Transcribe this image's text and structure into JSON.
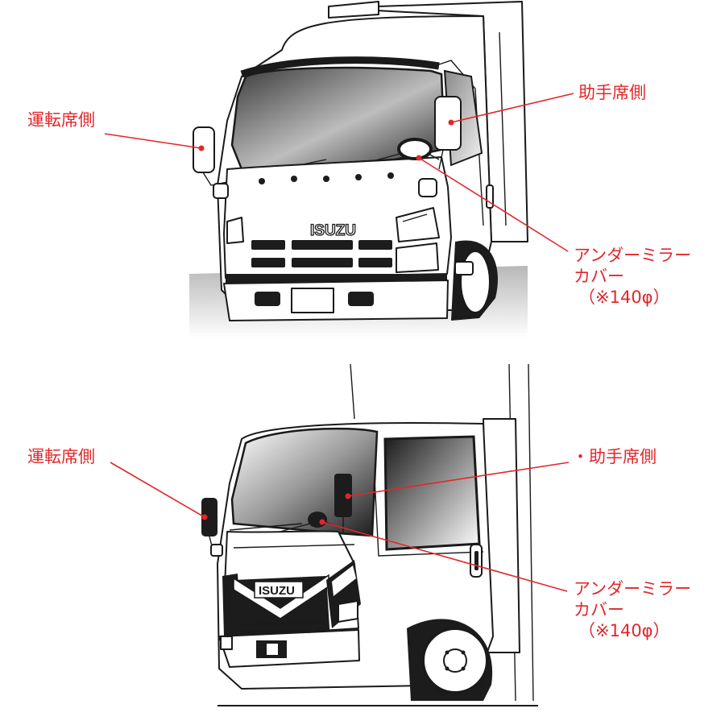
{
  "colors": {
    "annotation": "#e2272b",
    "line_art": "#1a1a1a",
    "glass_dark": "#2a2a2a",
    "background": "#ffffff"
  },
  "panels": [
    {
      "id": "older-model",
      "emblem": "ISUZU",
      "labels": {
        "driver_side": "運転席側",
        "passenger_side": "助手席側",
        "under_mirror_line1": "アンダーミラー",
        "under_mirror_line2": "カバー",
        "under_mirror_line3": "（※140φ）"
      }
    },
    {
      "id": "newer-model",
      "emblem": "ISUZU",
      "labels": {
        "driver_side": "運転席側",
        "passenger_side": "・助手席側",
        "under_mirror_line1": "アンダーミラー",
        "under_mirror_line2": "カバー",
        "under_mirror_line3": "（※140φ）"
      }
    }
  ]
}
